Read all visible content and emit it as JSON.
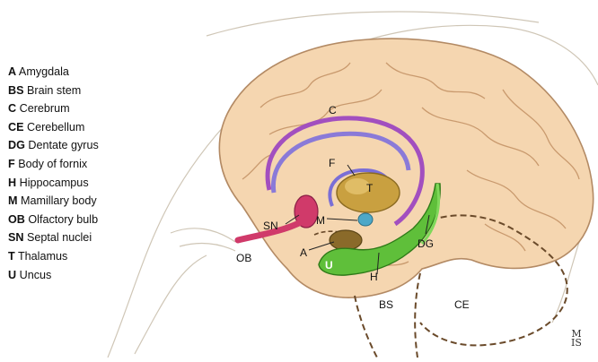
{
  "legend": [
    {
      "abbr": "A",
      "name": "Amygdala"
    },
    {
      "abbr": "BS",
      "name": "Brain stem"
    },
    {
      "abbr": "C",
      "name": "Cerebrum"
    },
    {
      "abbr": "CE",
      "name": "Cerebellum"
    },
    {
      "abbr": "DG",
      "name": "Dentate gyrus"
    },
    {
      "abbr": "F",
      "name": "Body of fornix"
    },
    {
      "abbr": "H",
      "name": "Hippocampus"
    },
    {
      "abbr": "M",
      "name": "Mamillary body"
    },
    {
      "abbr": "OB",
      "name": "Olfactory bulb"
    },
    {
      "abbr": "SN",
      "name": "Septal nuclei"
    },
    {
      "abbr": "T",
      "name": "Thalamus"
    },
    {
      "abbr": "U",
      "name": "Uncus"
    }
  ],
  "labels": {
    "C": "C",
    "F": "F",
    "T": "T",
    "SN": "SN",
    "M": "M",
    "OB": "OB",
    "A": "A",
    "U": "U",
    "H": "H",
    "DG": "DG",
    "BS": "BS",
    "CE": "CE"
  },
  "signature": {
    "line1": "M",
    "line2": "IS"
  },
  "colors": {
    "brain": "#f5d6b0",
    "brain_outline": "#b38a64",
    "fornix": "#b45ec5",
    "thalamus": "#c9a040",
    "hippocampus": "#5fbf3a",
    "septal": "#d03a6a",
    "mamillary": "#4da8c8",
    "sketch": "#c9bfae",
    "dashed": "#6a4a2a"
  }
}
